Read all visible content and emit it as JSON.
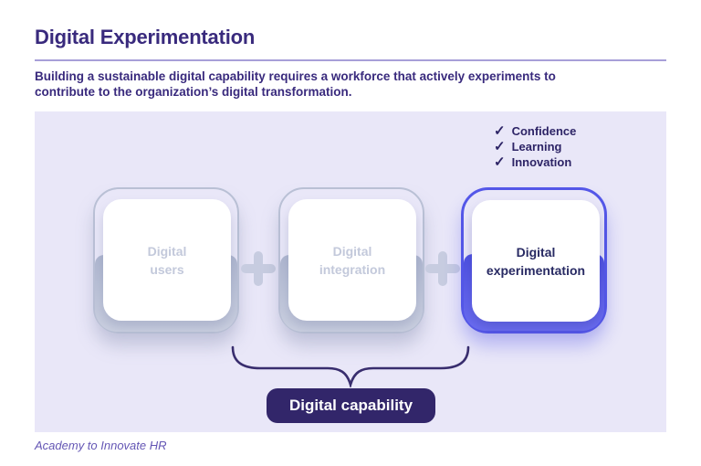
{
  "header": {
    "title": "Digital Experimentation",
    "subtitle": "Building a sustainable digital capability requires a workforce that actively experiments to\ncontribute to the organization’s digital transformation."
  },
  "checklist": {
    "items": [
      "Confidence",
      "Learning",
      "Innovation"
    ]
  },
  "icons": {
    "check": "✓"
  },
  "diagram": {
    "boxes": [
      {
        "label": "Digital\nusers",
        "state": "inactive"
      },
      {
        "label": "Digital\nintegration",
        "state": "inactive"
      },
      {
        "label": "Digital\nexperimentation",
        "state": "active"
      }
    ],
    "operator": "plus",
    "result_label": "Digital capability"
  },
  "footer": {
    "credit": "Academy to Innovate HR"
  },
  "colors": {
    "heading_text": "#392a7d",
    "rule": "#a79fd8",
    "panel_bg": "#e9e7f8",
    "inactive_border": "#b9c0d5",
    "inactive_fill": "#aeb6cf",
    "inactive_label": "#c3c9db",
    "active_accent": "#5457e8",
    "active_label": "#282a63",
    "checklist_text": "#2d2466",
    "brace": "#382d6e",
    "pill_bg": "#32266a",
    "pill_text": "#ffffff",
    "footer_text": "#6456b4"
  }
}
